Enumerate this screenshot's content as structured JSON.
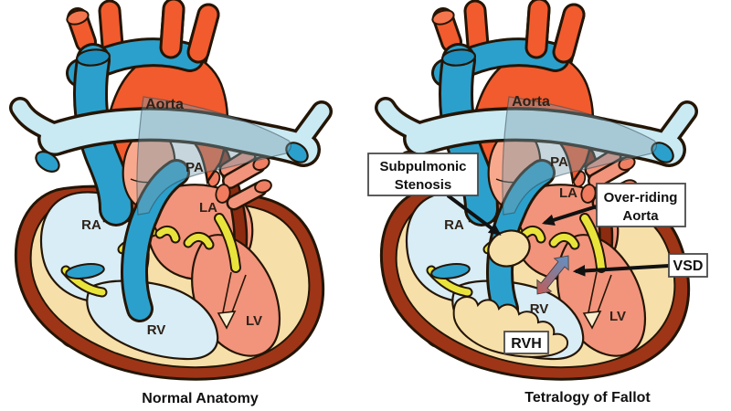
{
  "title": "Normal heart anatomy versus Tetralogy of Fallot diagram",
  "panels": [
    {
      "caption": "Normal Anatomy",
      "labels": {
        "aorta": "Aorta",
        "pa": "PA",
        "ra": "RA",
        "la": "LA",
        "rv": "RV",
        "lv": "LV"
      }
    },
    {
      "caption": "Tetralogy of Fallot",
      "labels": {
        "aorta": "Aorta",
        "pa": "PA",
        "ra": "RA",
        "la": "LA",
        "rv": "RV",
        "lv": "LV"
      },
      "callouts": {
        "subpulmonic_line1": "Subpulmonic",
        "subpulmonic_line2": "Stenosis",
        "overriding_line1": "Over-riding",
        "overriding_line2": "Aorta",
        "vsd": "VSD",
        "rvh": "RVH"
      }
    }
  ],
  "colors": {
    "aorta_red": "#F15B2E",
    "vein_blue": "#2BA0CC",
    "pale_artery_blue": "#C9E9F3",
    "right_chamber_blue": "#D8EDF6",
    "left_chamber_salmon": "#F2937B",
    "myocardium_cream": "#F7DFA9",
    "outer_wall_brick": "#9E3517",
    "descending_aorta": "#8C2B10",
    "valve_yellow": "#E9E43C",
    "outline_dark": "#241505",
    "shunt_arrow_red": "#C25B55",
    "shunt_arrow_blue": "#5E93C8",
    "callout_arrow_black": "#111111"
  }
}
